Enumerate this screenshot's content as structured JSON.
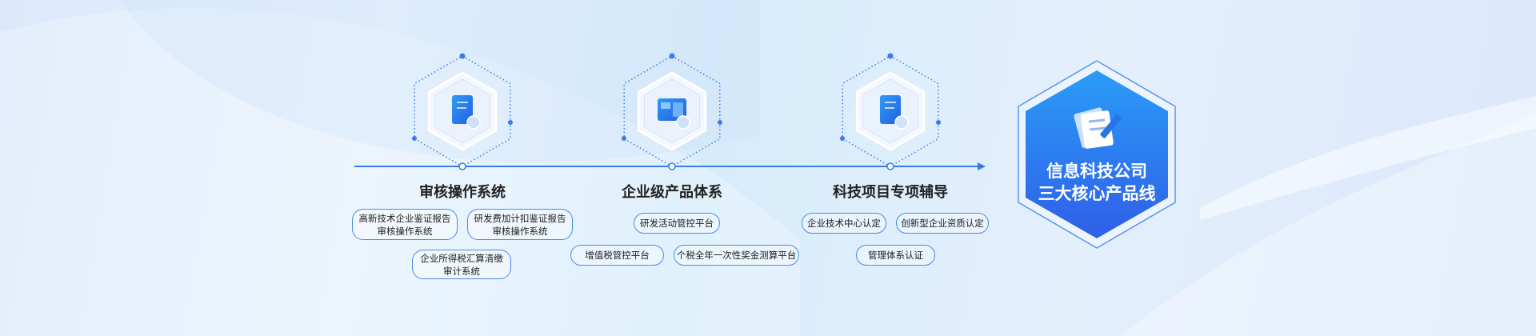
{
  "sections": [
    {
      "title": "审核操作系统",
      "icon": "document-report-icon"
    },
    {
      "title": "企业级产品体系",
      "icon": "dashboard-panel-icon"
    },
    {
      "title": "科技项目专项辅导",
      "icon": "code-document-icon"
    }
  ],
  "pills": [
    {
      "line1": "高新技术企业鉴证报告",
      "line2": "审核操作系统"
    },
    {
      "line1": "研发费加计扣鉴证报告",
      "line2": "审核操作系统"
    },
    {
      "line1": "企业所得税汇算清缴",
      "line2": "审计系统"
    },
    {
      "line1": "研发活动管控平台"
    },
    {
      "line1": "增值税管控平台"
    },
    {
      "line1": "个税全年一次性奖金测算平台"
    },
    {
      "line1": "企业技术中心认定"
    },
    {
      "line1": "创新型企业资质认定"
    },
    {
      "line1": "管理体系认证"
    }
  ],
  "core": {
    "line1": "信息科技公司",
    "line2": "三大核心产品线",
    "icon": "document-pen-icon"
  },
  "colors": {
    "accent": "#2f6ff0",
    "line": "#3b7be8"
  }
}
